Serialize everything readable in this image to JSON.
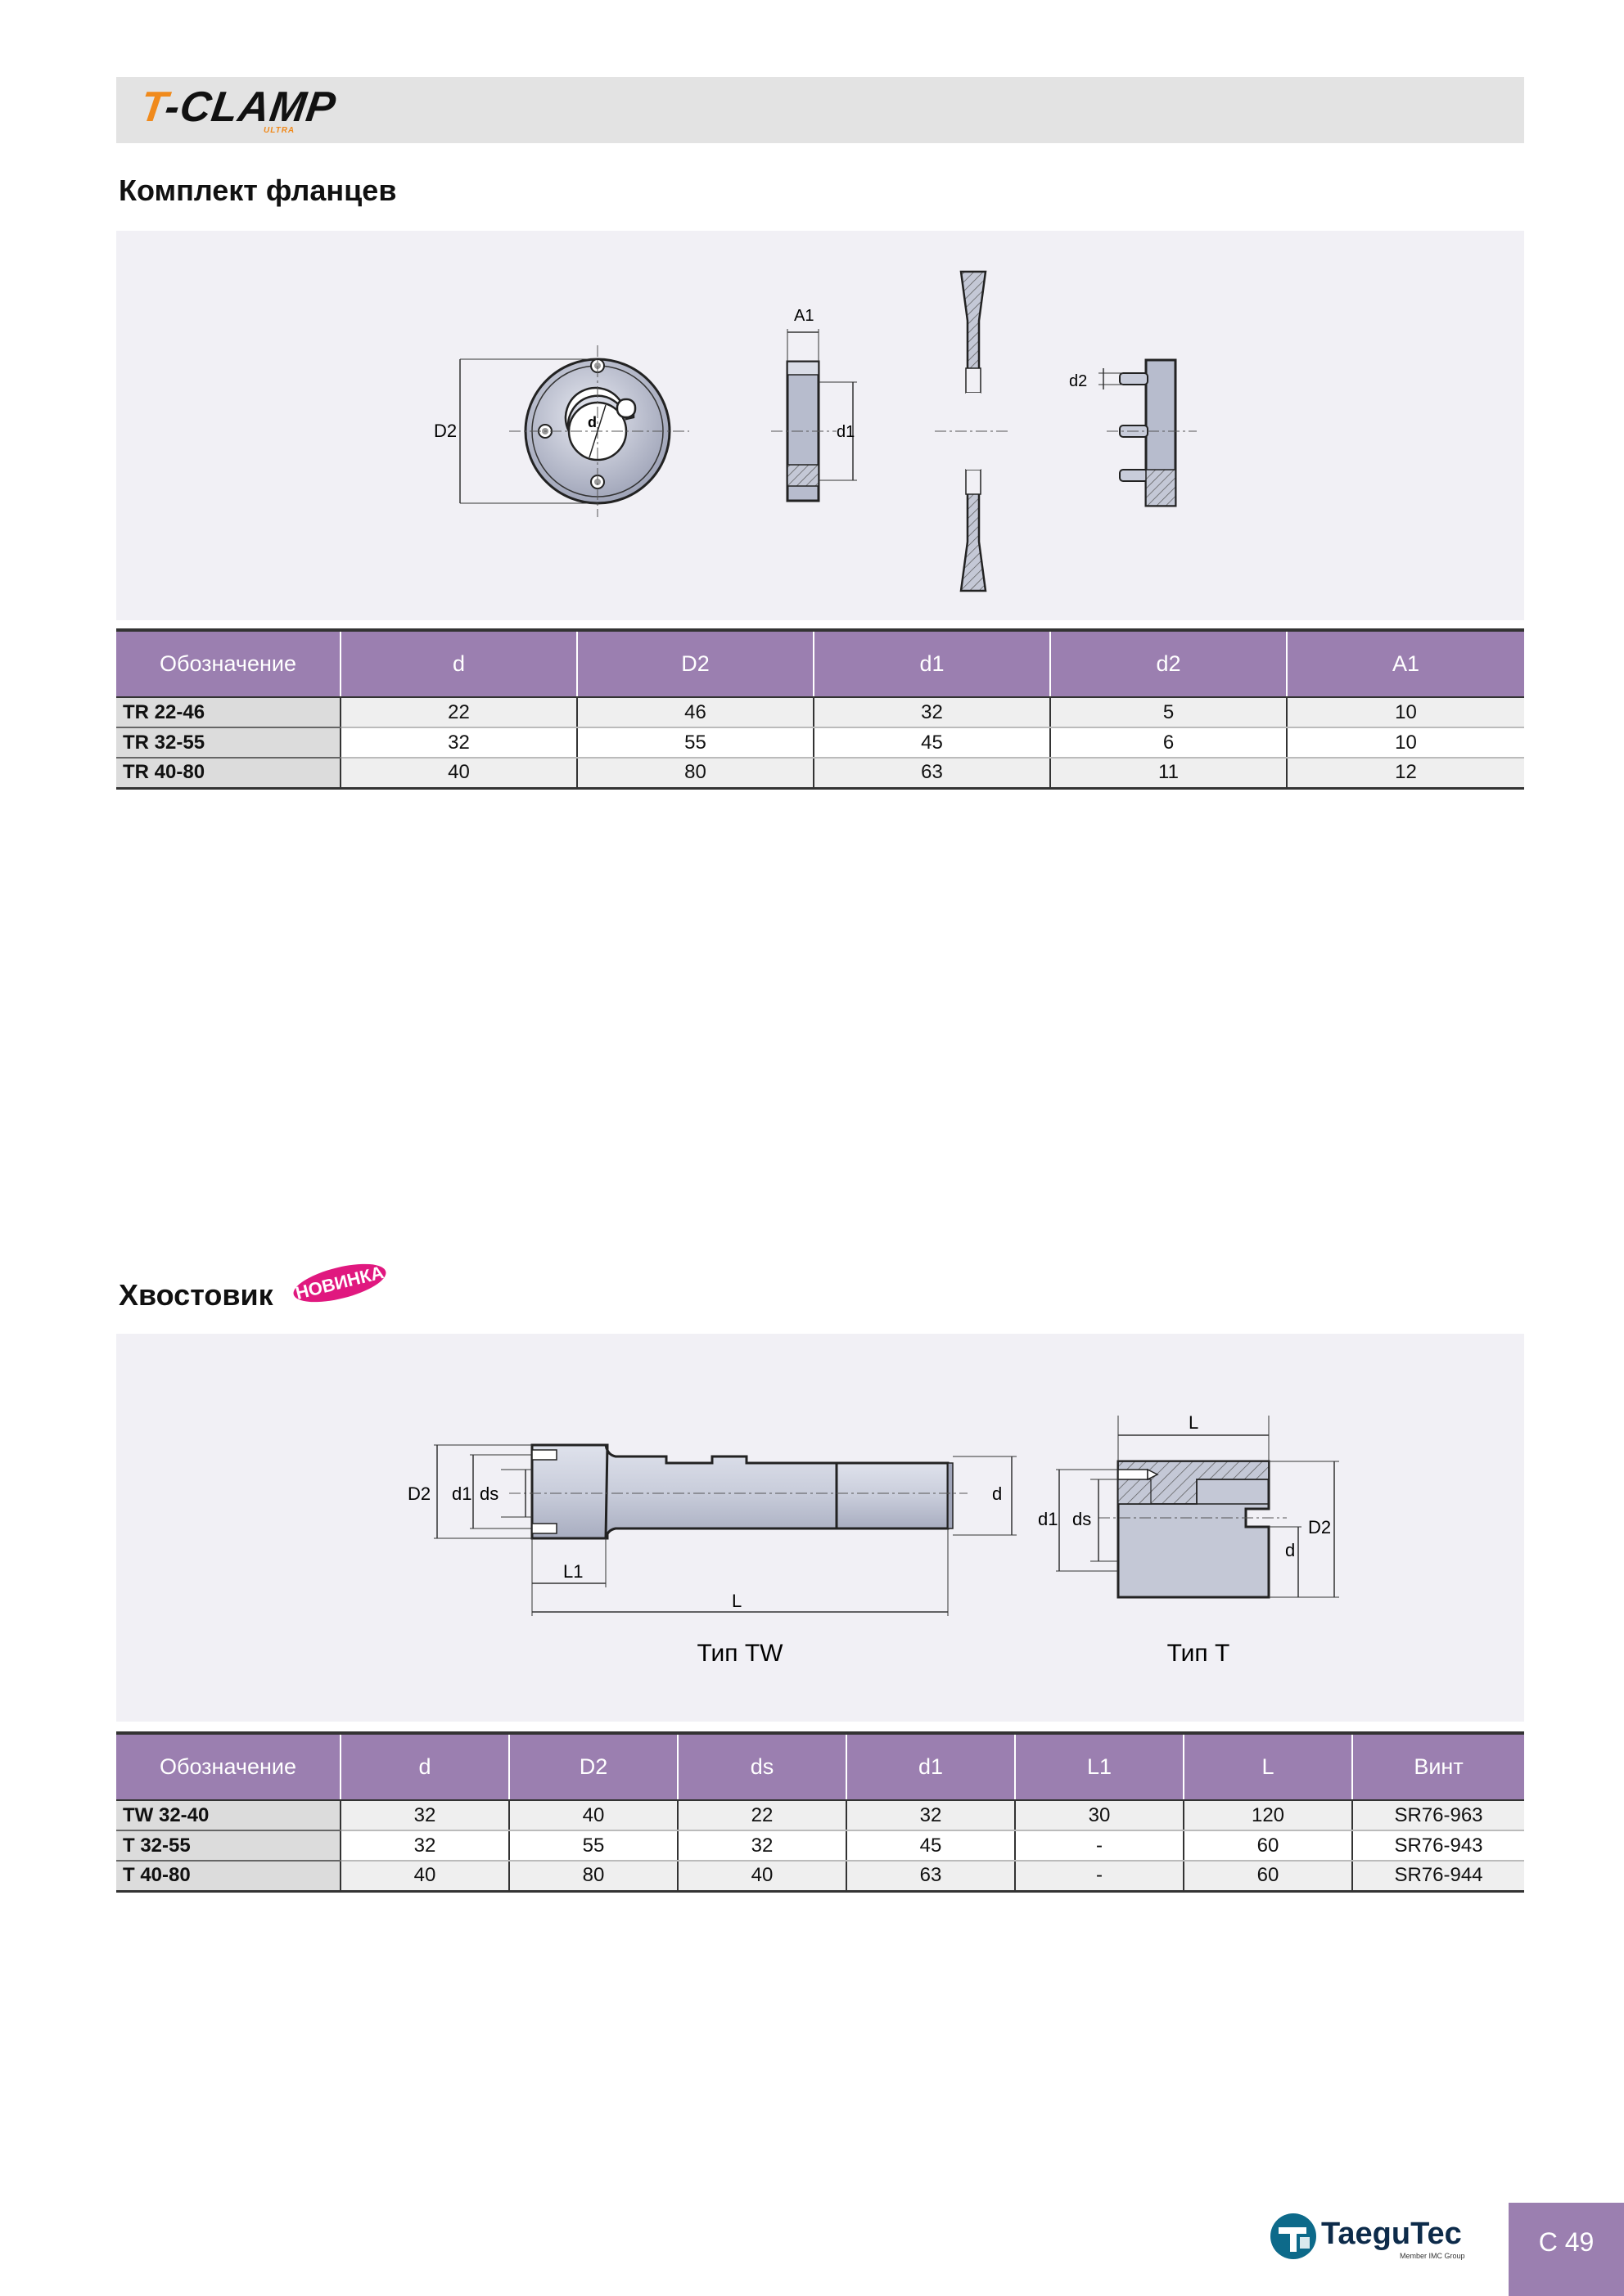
{
  "brand": {
    "logo_text_t": "T",
    "logo_text_rest": "-CLAMP",
    "logo_sub": "ULTRA"
  },
  "flanges": {
    "title": "Комплект фланцев",
    "drawing_labels": {
      "D2": "D2",
      "d": "d",
      "A1": "A1",
      "d1": "d1",
      "d2": "d2"
    },
    "table": {
      "headers": [
        "Обозначение",
        "d",
        "D2",
        "d1",
        "d2",
        "A1"
      ],
      "rows": [
        [
          "TR 22-46",
          "22",
          "46",
          "32",
          "5",
          "10"
        ],
        [
          "TR 32-55",
          "32",
          "55",
          "45",
          "6",
          "10"
        ],
        [
          "TR 40-80",
          "40",
          "80",
          "63",
          "11",
          "12"
        ]
      ]
    }
  },
  "shank": {
    "title": "Хвостовик",
    "badge": "НОВИНКА",
    "drawing_labels": {
      "D2": "D2",
      "d1": "d1",
      "ds": "ds",
      "d": "d",
      "L1": "L1",
      "L": "L",
      "type_tw": "Тип TW",
      "type_t": "Тип T"
    },
    "table": {
      "headers": [
        "Обозначение",
        "d",
        "D2",
        "ds",
        "d1",
        "L1",
        "L",
        "Винт"
      ],
      "rows": [
        [
          "TW 32-40",
          "32",
          "40",
          "22",
          "32",
          "30",
          "120",
          "SR76-963"
        ],
        [
          "T 32-55",
          "32",
          "55",
          "32",
          "45",
          "-",
          "60",
          "SR76-943"
        ],
        [
          "T 40-80",
          "40",
          "80",
          "40",
          "63",
          "-",
          "60",
          "SR76-944"
        ]
      ]
    }
  },
  "footer": {
    "company": "TaeguTec",
    "company_sub": "Member IMC Group",
    "page": "C 49"
  },
  "colors": {
    "accent_purple": "#9b7fb0",
    "logo_orange": "#f08a1c",
    "badge_pink": "#e0187f",
    "panel_bg": "#f1f0f5",
    "brand_teal": "#0d6a8a"
  }
}
